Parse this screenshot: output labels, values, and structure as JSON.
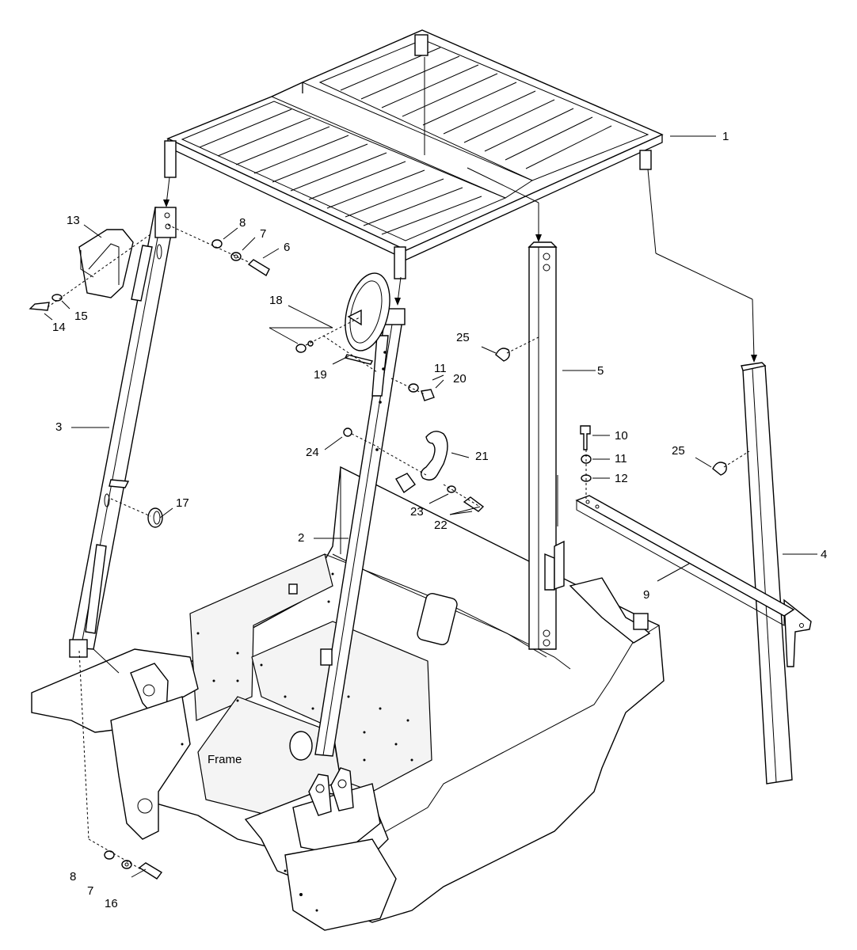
{
  "callouts": {
    "c1": "1",
    "c2": "2",
    "c3": "3",
    "c4": "4",
    "c5": "5",
    "c6": "6",
    "c7a": "7",
    "c7b": "7",
    "c8a": "8",
    "c8b": "8",
    "c9": "9",
    "c10": "10",
    "c11a": "11",
    "c11b": "11",
    "c12": "12",
    "c13": "13",
    "c14": "14",
    "c15": "15",
    "c16": "16",
    "c17": "17",
    "c18": "18",
    "c19": "19",
    "c20": "20",
    "c21": "21",
    "c22": "22",
    "c23": "23",
    "c24": "24",
    "c25a": "25",
    "c25b": "25"
  },
  "frame_label": "Frame"
}
